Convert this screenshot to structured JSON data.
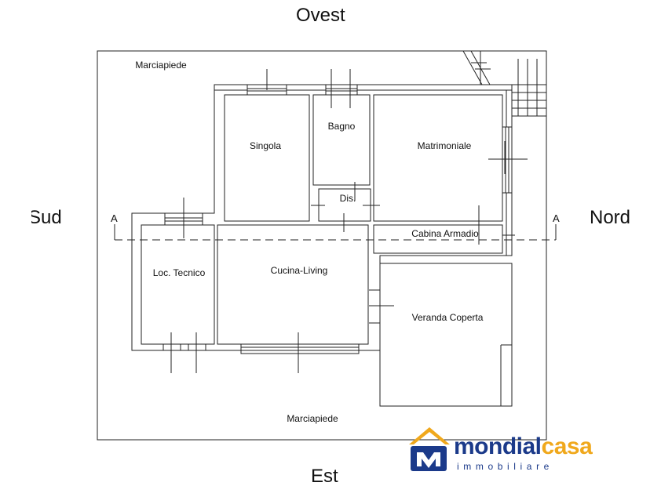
{
  "compass": {
    "north": "Nord",
    "south": "Sud",
    "east": "Est",
    "west": "Ovest"
  },
  "section_marker": {
    "left": "A",
    "right": "A"
  },
  "rooms": {
    "singola": "Singola",
    "bagno": "Bagno",
    "matrimoniale": "Matrimoniale",
    "disimpegno": "Dis.",
    "cabina_armadio": "Cabina Armadio",
    "loc_tecnico": "Loc. Tecnico",
    "cucina_living": "Cucina-Living",
    "veranda_coperta": "Veranda Coperta"
  },
  "exterior": {
    "sidewalk_top": "Marciapiede",
    "sidewalk_bottom": "Marciapiede"
  },
  "logo": {
    "brand_part1": "mondial",
    "brand_part2": "casa",
    "tagline": "immobiliare",
    "color_primary": "#1b3a8a",
    "color_accent": "#f0a81c"
  }
}
